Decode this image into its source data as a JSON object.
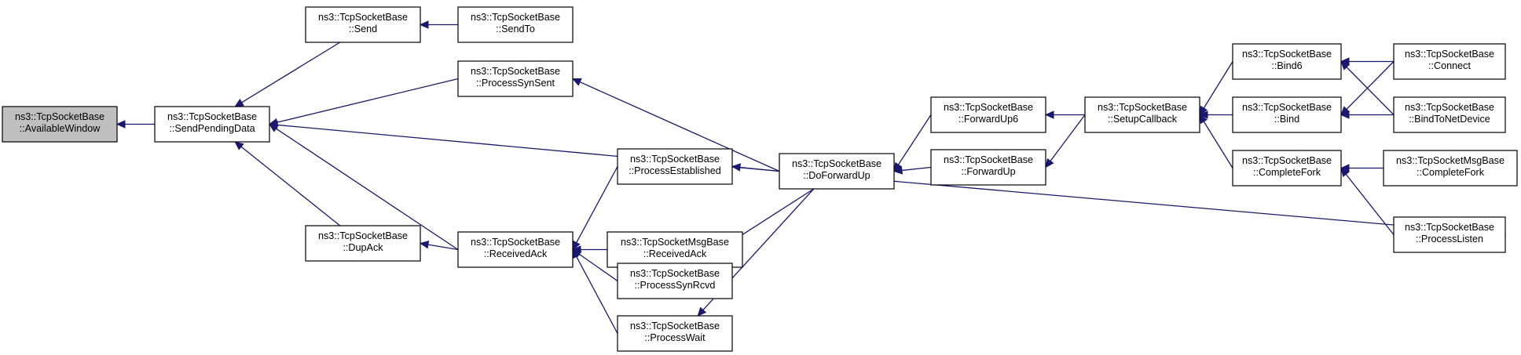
{
  "diagram": {
    "nodes": [
      {
        "id": "available_window",
        "lines": [
          "ns3::TcpSocketBase",
          "::AvailableWindow"
        ],
        "root": true
      },
      {
        "id": "send_pending_data",
        "lines": [
          "ns3::TcpSocketBase",
          "::SendPendingData"
        ]
      },
      {
        "id": "send",
        "lines": [
          "ns3::TcpSocketBase",
          "::Send"
        ]
      },
      {
        "id": "send_to",
        "lines": [
          "ns3::TcpSocketBase",
          "::SendTo"
        ]
      },
      {
        "id": "process_syn_sent",
        "lines": [
          "ns3::TcpSocketBase",
          "::ProcessSynSent"
        ]
      },
      {
        "id": "dup_ack",
        "lines": [
          "ns3::TcpSocketBase",
          "::DupAck"
        ]
      },
      {
        "id": "received_ack",
        "lines": [
          "ns3::TcpSocketBase",
          "::ReceivedAck"
        ]
      },
      {
        "id": "process_established",
        "lines": [
          "ns3::TcpSocketBase",
          "::ProcessEstablished"
        ]
      },
      {
        "id": "msg_received_ack",
        "lines": [
          "ns3::TcpSocketMsgBase",
          "::ReceivedAck"
        ]
      },
      {
        "id": "process_syn_rcvd",
        "lines": [
          "ns3::TcpSocketBase",
          "::ProcessSynRcvd"
        ]
      },
      {
        "id": "process_wait",
        "lines": [
          "ns3::TcpSocketBase",
          "::ProcessWait"
        ]
      },
      {
        "id": "do_forward_up",
        "lines": [
          "ns3::TcpSocketBase",
          "::DoForwardUp"
        ]
      },
      {
        "id": "forward_up6",
        "lines": [
          "ns3::TcpSocketBase",
          "::ForwardUp6"
        ]
      },
      {
        "id": "forward_up",
        "lines": [
          "ns3::TcpSocketBase",
          "::ForwardUp"
        ]
      },
      {
        "id": "setup_callback",
        "lines": [
          "ns3::TcpSocketBase",
          "::SetupCallback"
        ]
      },
      {
        "id": "bind6",
        "lines": [
          "ns3::TcpSocketBase",
          "::Bind6"
        ]
      },
      {
        "id": "bind",
        "lines": [
          "ns3::TcpSocketBase",
          "::Bind"
        ]
      },
      {
        "id": "complete_fork",
        "lines": [
          "ns3::TcpSocketBase",
          "::CompleteFork"
        ]
      },
      {
        "id": "connect",
        "lines": [
          "ns3::TcpSocketBase",
          "::Connect"
        ]
      },
      {
        "id": "bind_to_net_device",
        "lines": [
          "ns3::TcpSocketBase",
          "::BindToNetDevice"
        ]
      },
      {
        "id": "msg_complete_fork",
        "lines": [
          "ns3::TcpSocketMsgBase",
          "::CompleteFork"
        ]
      },
      {
        "id": "process_listen",
        "lines": [
          "ns3::TcpSocketBase",
          "::ProcessListen"
        ]
      }
    ],
    "edges": [
      {
        "from": "send_pending_data",
        "to": "available_window"
      },
      {
        "from": "send",
        "to": "send_pending_data"
      },
      {
        "from": "process_syn_sent",
        "to": "send_pending_data"
      },
      {
        "from": "do_forward_up",
        "to": "send_pending_data"
      },
      {
        "from": "dup_ack",
        "to": "send_pending_data"
      },
      {
        "from": "received_ack",
        "to": "send_pending_data"
      },
      {
        "from": "send_to",
        "to": "send"
      },
      {
        "from": "do_forward_up",
        "to": "process_syn_sent"
      },
      {
        "from": "received_ack",
        "to": "dup_ack"
      },
      {
        "from": "process_established",
        "to": "received_ack"
      },
      {
        "from": "msg_received_ack",
        "to": "received_ack"
      },
      {
        "from": "process_syn_rcvd",
        "to": "received_ack"
      },
      {
        "from": "process_wait",
        "to": "received_ack"
      },
      {
        "from": "do_forward_up",
        "to": "process_established"
      },
      {
        "from": "do_forward_up",
        "to": "process_syn_rcvd"
      },
      {
        "from": "do_forward_up",
        "to": "process_wait"
      },
      {
        "from": "forward_up6",
        "to": "do_forward_up"
      },
      {
        "from": "forward_up",
        "to": "do_forward_up"
      },
      {
        "from": "setup_callback",
        "to": "forward_up6"
      },
      {
        "from": "setup_callback",
        "to": "forward_up"
      },
      {
        "from": "bind6",
        "to": "setup_callback"
      },
      {
        "from": "bind",
        "to": "setup_callback"
      },
      {
        "from": "complete_fork",
        "to": "setup_callback"
      },
      {
        "from": "connect",
        "to": "bind6"
      },
      {
        "from": "bind_to_net_device",
        "to": "bind6"
      },
      {
        "from": "connect",
        "to": "bind"
      },
      {
        "from": "bind_to_net_device",
        "to": "bind"
      },
      {
        "from": "msg_complete_fork",
        "to": "complete_fork"
      },
      {
        "from": "process_listen",
        "to": "complete_fork"
      },
      {
        "from": "do_forward_up",
        "to": "process_listen"
      }
    ]
  },
  "colors": {
    "edge": "#191970",
    "node_border": "#000000",
    "node_fill": "#ffffff",
    "root_fill": "#bfbfbf"
  }
}
